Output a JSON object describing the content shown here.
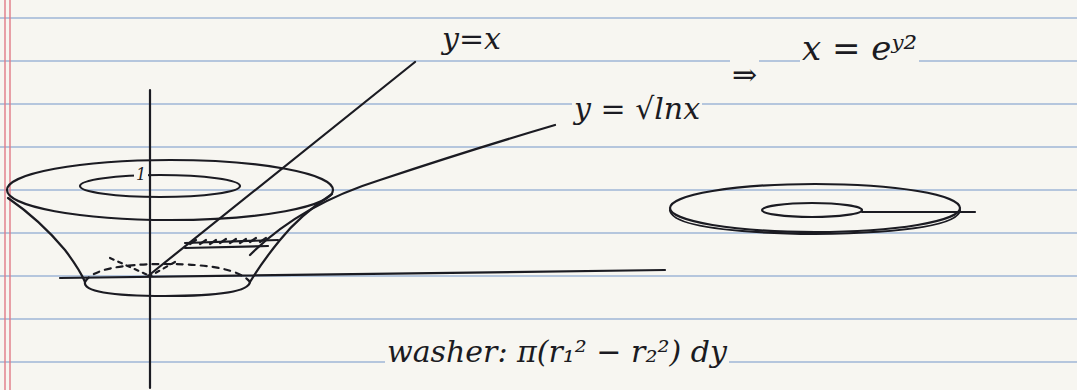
{
  "diagram": {
    "labels": [
      "y=x",
      "y = √lnx",
      "⇒",
      "x = eʸ²",
      "1",
      "washer: π(r₁² − r₂²) dy"
    ]
  }
}
